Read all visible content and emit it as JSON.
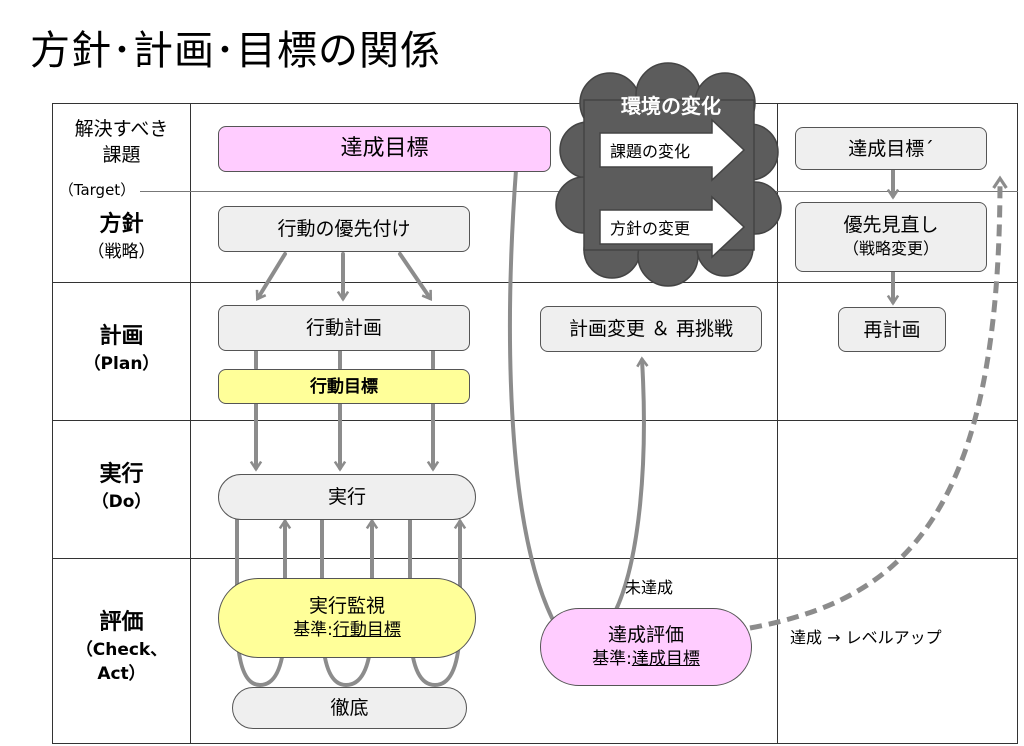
{
  "title": "方針･計画･目標の関係",
  "rows": {
    "target": {
      "main": "解決すべき",
      "main2": "課題",
      "sub": "（Target）"
    },
    "policy": {
      "main": "方針",
      "sub": "（戦略）"
    },
    "plan": {
      "main": "計画",
      "sub": "（Plan）"
    },
    "do": {
      "main": "実行",
      "sub": "（Do）"
    },
    "check": {
      "main": "評価",
      "sub": "（Check、",
      "sub2": "Act）"
    }
  },
  "nodes": {
    "goal": "達成目標",
    "prioritize": "行動の優先付け",
    "action_plan": "行動計画",
    "action_goal": "行動目標",
    "execute": "実行",
    "monitor": "実行監視",
    "monitor_basis_label": "基準:",
    "monitor_basis_value": "行動目標",
    "thorough": "徹底",
    "replan_retry": "計画変更 ＆ 再挑戦",
    "evaluation": "達成評価",
    "evaluation_basis_label": "基準:",
    "evaluation_basis_value": "達成目標",
    "goal_prime": "達成目標´",
    "review_priority": "優先見直し",
    "review_priority_sub": "（戦略変更）",
    "replan": "再計画"
  },
  "environment": {
    "title": "環境の変化",
    "issue_change": "課題の変化",
    "policy_change": "方針の変更"
  },
  "labels": {
    "not_achieved": "未達成",
    "achieved_levelup": "達成 → レベルアップ"
  },
  "colors": {
    "pink": "#ffccff",
    "yellow": "#ffff99",
    "gray_box": "#efefef",
    "arrow": "#8c8c8c",
    "cloud": "#5c5c5c"
  }
}
